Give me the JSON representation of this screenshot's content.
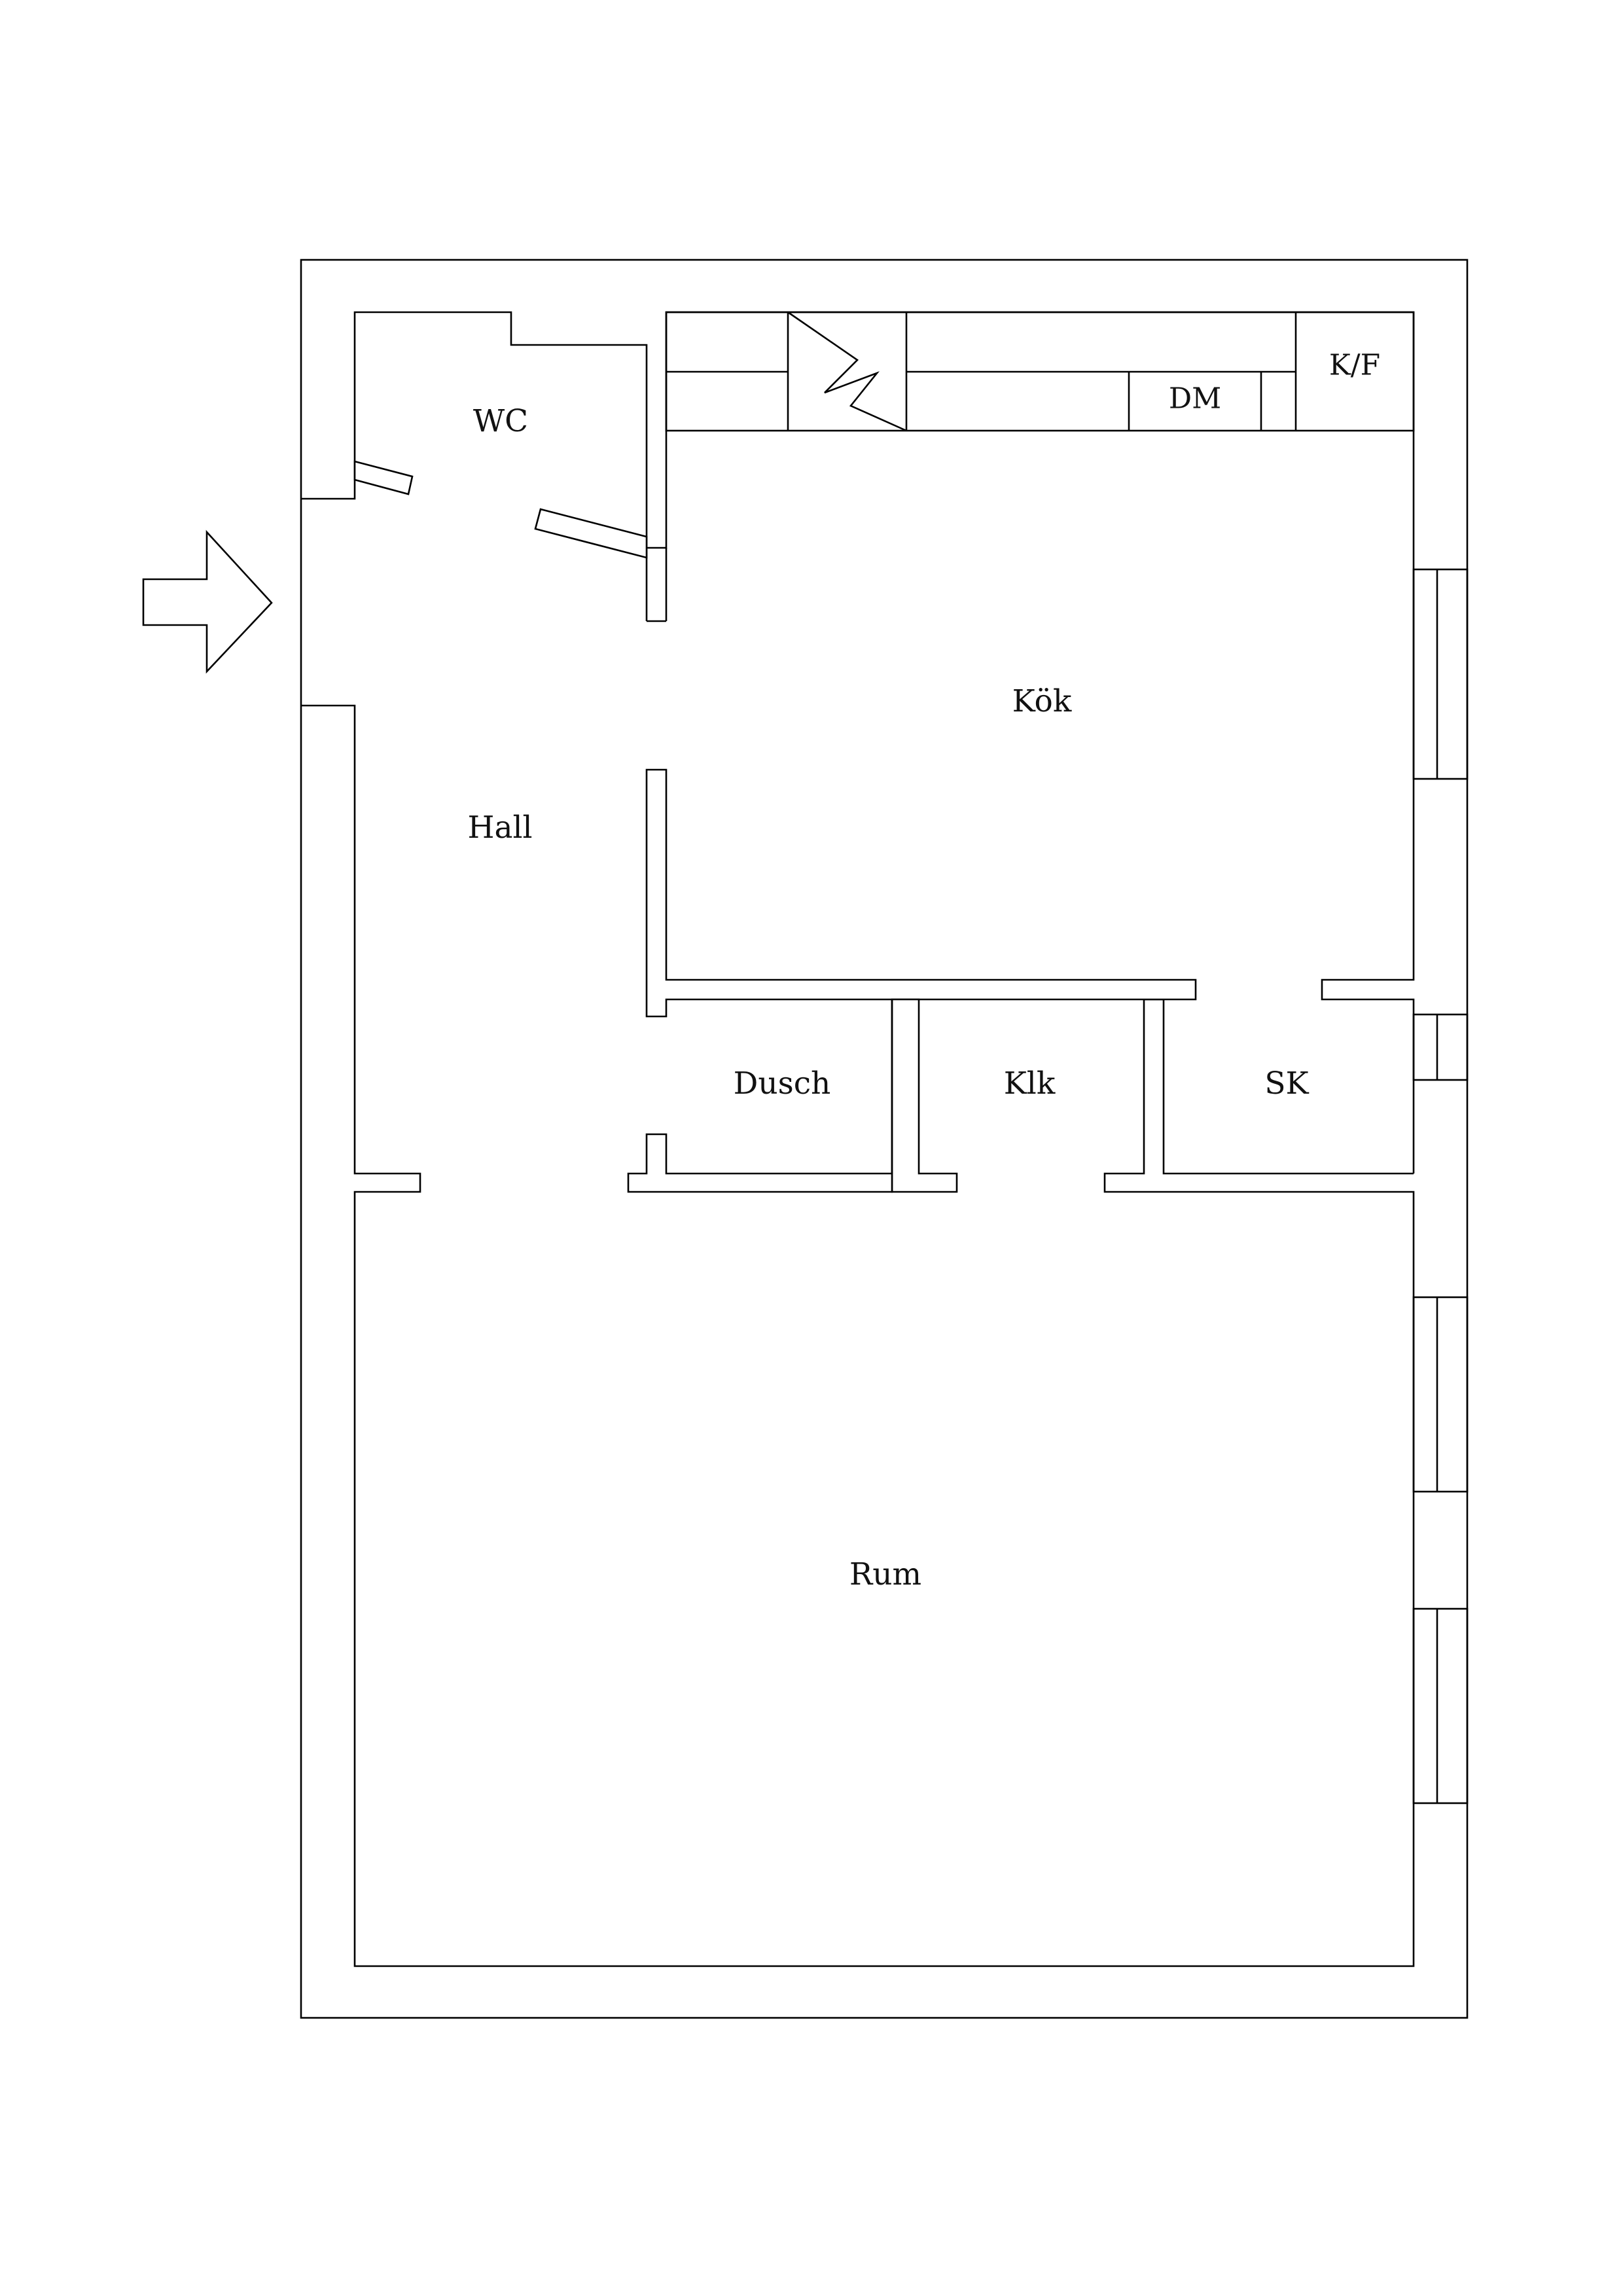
{
  "plan": {
    "rooms": {
      "wc": "WC",
      "kok": "Kök",
      "hall": "Hall",
      "dusch": "Dusch",
      "klk": "Klk",
      "sk": "SK",
      "rum": "Rum",
      "dm": "DM",
      "kf": "K/F"
    },
    "entrance_icon": "arrow-right-icon",
    "colors": {
      "line": "#000000",
      "background": "#ffffff"
    }
  }
}
